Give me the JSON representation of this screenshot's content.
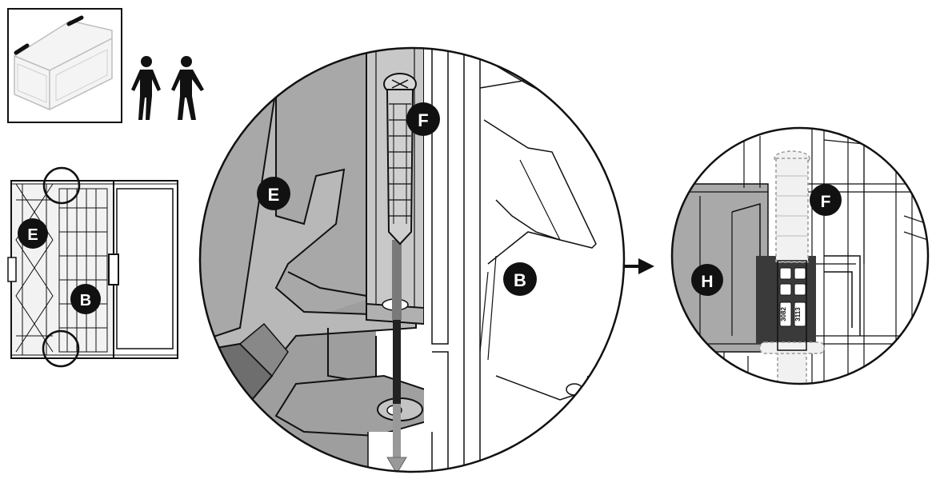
{
  "labels": {
    "E": "E",
    "B": "B",
    "F": "F",
    "H": "H"
  },
  "part_codes": {
    "code_left": "3082",
    "code_right": "3113"
  },
  "colors": {
    "ink": "#111111",
    "panel_gray": "#a9a9a9",
    "dark_gray": "#6e6e6e",
    "light_gray": "#d4d4d4",
    "ghost": "#e9e9e9",
    "arrow_gray": "#909090"
  },
  "icons": {
    "box_thumbnail": "storage-box-icon",
    "people": "two-persons-icon",
    "arrow": "right-arrow-icon"
  }
}
